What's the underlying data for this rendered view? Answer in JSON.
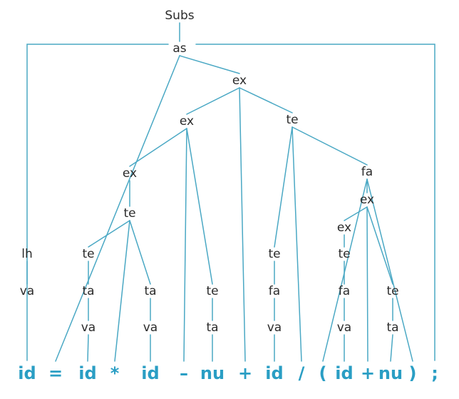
{
  "nodes": [
    {
      "id": "subs",
      "label": "Subs"
    },
    {
      "id": "as",
      "label": "as"
    },
    {
      "id": "ex1",
      "label": "ex"
    },
    {
      "id": "ex2",
      "label": "ex"
    },
    {
      "id": "te1",
      "label": "te"
    },
    {
      "id": "ex3",
      "label": "ex"
    },
    {
      "id": "fa1",
      "label": "fa"
    },
    {
      "id": "te2",
      "label": "te"
    },
    {
      "id": "ex4",
      "label": "ex"
    },
    {
      "id": "lh",
      "label": "lh"
    },
    {
      "id": "te3",
      "label": "te"
    },
    {
      "id": "ex5",
      "label": "ex"
    },
    {
      "id": "te4",
      "label": "te"
    },
    {
      "id": "te5",
      "label": "te"
    },
    {
      "id": "va1",
      "label": "va"
    },
    {
      "id": "ta1",
      "label": "ta"
    },
    {
      "id": "ta2",
      "label": "ta"
    },
    {
      "id": "te6",
      "label": "te"
    },
    {
      "id": "fa2",
      "label": "fa"
    },
    {
      "id": "fa3",
      "label": "fa"
    },
    {
      "id": "te7",
      "label": "te"
    },
    {
      "id": "va2",
      "label": "va"
    },
    {
      "id": "va3",
      "label": "va"
    },
    {
      "id": "ta3",
      "label": "ta"
    },
    {
      "id": "va4",
      "label": "va"
    },
    {
      "id": "va5",
      "label": "va"
    },
    {
      "id": "ta4",
      "label": "ta"
    }
  ],
  "tokens": [
    {
      "id": "t_id1",
      "label": "id"
    },
    {
      "id": "t_eq",
      "label": "="
    },
    {
      "id": "t_id2",
      "label": "id"
    },
    {
      "id": "t_mul",
      "label": "*"
    },
    {
      "id": "t_id3",
      "label": "id"
    },
    {
      "id": "t_minus",
      "label": "–"
    },
    {
      "id": "t_nu1",
      "label": "nu"
    },
    {
      "id": "t_plus1",
      "label": "+"
    },
    {
      "id": "t_id4",
      "label": "id"
    },
    {
      "id": "t_div",
      "label": "/"
    },
    {
      "id": "t_lpar",
      "label": "("
    },
    {
      "id": "t_id5",
      "label": "id"
    },
    {
      "id": "t_plus2",
      "label": "+"
    },
    {
      "id": "t_nu2",
      "label": "nu"
    },
    {
      "id": "t_rpar",
      "label": ")"
    },
    {
      "id": "t_semi",
      "label": ";"
    }
  ],
  "edges": [
    [
      "subs",
      "as"
    ],
    [
      "as",
      "t_id1"
    ],
    [
      "as",
      "t_eq"
    ],
    [
      "as",
      "ex1"
    ],
    [
      "as",
      "t_semi"
    ],
    [
      "ex1",
      "ex2"
    ],
    [
      "ex1",
      "t_plus1"
    ],
    [
      "ex1",
      "te1"
    ],
    [
      "ex2",
      "ex3"
    ],
    [
      "ex2",
      "t_minus"
    ],
    [
      "ex2",
      "te6"
    ],
    [
      "ex3",
      "te2"
    ],
    [
      "te2",
      "te3"
    ],
    [
      "te2",
      "t_mul"
    ],
    [
      "te2",
      "ta2"
    ],
    [
      "te3",
      "ta1"
    ],
    [
      "ta1",
      "va2"
    ],
    [
      "va2",
      "t_id2"
    ],
    [
      "ta2",
      "va3"
    ],
    [
      "va3",
      "t_id3"
    ],
    [
      "te6",
      "ta3"
    ],
    [
      "ta3",
      "t_nu1"
    ],
    [
      "te1",
      "te4"
    ],
    [
      "te1",
      "t_div"
    ],
    [
      "te1",
      "fa1"
    ],
    [
      "te4",
      "fa2"
    ],
    [
      "fa2",
      "va4"
    ],
    [
      "va4",
      "t_id4"
    ],
    [
      "fa1",
      "t_lpar"
    ],
    [
      "fa1",
      "ex4"
    ],
    [
      "fa1",
      "t_rpar"
    ],
    [
      "ex4",
      "ex5"
    ],
    [
      "ex4",
      "t_plus2"
    ],
    [
      "ex4",
      "te7"
    ],
    [
      "ex5",
      "te5"
    ],
    [
      "te5",
      "fa3"
    ],
    [
      "fa3",
      "va5"
    ],
    [
      "va5",
      "t_id5"
    ],
    [
      "te7",
      "ta4"
    ],
    [
      "ta4",
      "t_nu2"
    ],
    [
      "lh",
      "va1"
    ]
  ]
}
